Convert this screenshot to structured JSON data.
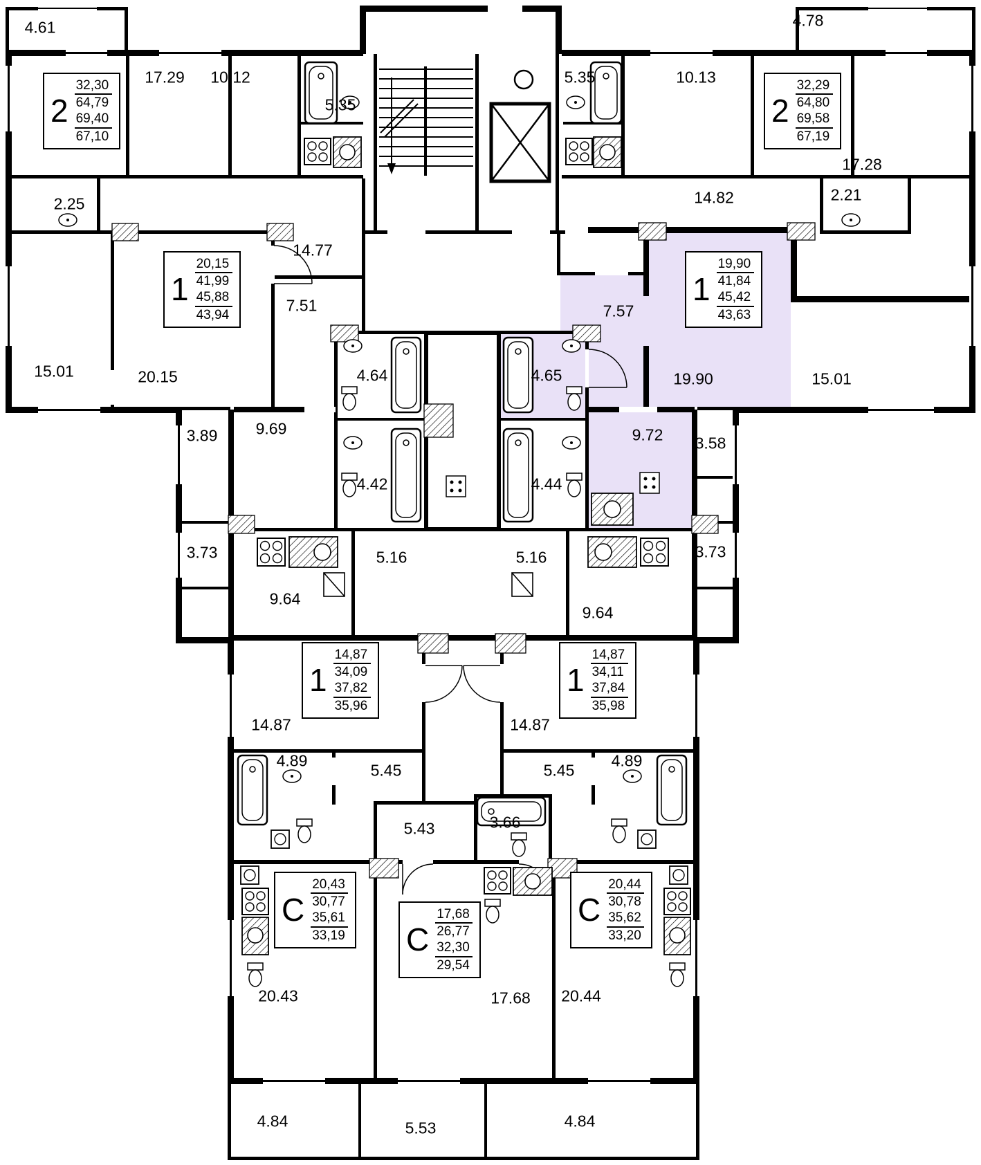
{
  "plan": {
    "highlight_color": "#e9e1f7",
    "wall_color": "#000000",
    "paper_color": "#ffffff"
  },
  "apartments": [
    {
      "type": "2",
      "areas": [
        "32,30",
        "64,79",
        "69,40",
        "67,10"
      ],
      "highlighted": false
    },
    {
      "type": "1",
      "areas": [
        "20,15",
        "41,99",
        "45,88",
        "43,94"
      ],
      "highlighted": false
    },
    {
      "type": "2",
      "areas": [
        "32,29",
        "64,80",
        "69,58",
        "67,19"
      ],
      "highlighted": false
    },
    {
      "type": "1",
      "areas": [
        "19,90",
        "41,84",
        "45,42",
        "43,63"
      ],
      "highlighted": true
    },
    {
      "type": "1",
      "areas": [
        "14,87",
        "34,09",
        "37,82",
        "35,96"
      ],
      "highlighted": false
    },
    {
      "type": "1",
      "areas": [
        "14,87",
        "34,11",
        "37,84",
        "35,98"
      ],
      "highlighted": false
    },
    {
      "type": "С",
      "areas": [
        "20,43",
        "30,77",
        "35,61",
        "33,19"
      ],
      "highlighted": false
    },
    {
      "type": "С",
      "areas": [
        "17,68",
        "26,77",
        "32,30",
        "29,54"
      ],
      "highlighted": false
    },
    {
      "type": "С",
      "areas": [
        "20,44",
        "30,78",
        "35,62",
        "33,20"
      ],
      "highlighted": false
    }
  ],
  "room_labels": [
    {
      "text": "4.61"
    },
    {
      "text": "17.29"
    },
    {
      "text": "10.12"
    },
    {
      "text": "5.35"
    },
    {
      "text": "2.25"
    },
    {
      "text": "15.01"
    },
    {
      "text": "20.15"
    },
    {
      "text": "14.77"
    },
    {
      "text": "7.51"
    },
    {
      "text": "4.78"
    },
    {
      "text": "5.35"
    },
    {
      "text": "10.13"
    },
    {
      "text": "17.28"
    },
    {
      "text": "2.21"
    },
    {
      "text": "14.82"
    },
    {
      "text": "7.57"
    },
    {
      "text": "19.90"
    },
    {
      "text": "15.01"
    },
    {
      "text": "4.64"
    },
    {
      "text": "4.65"
    },
    {
      "text": "3.89"
    },
    {
      "text": "9.69"
    },
    {
      "text": "4.42"
    },
    {
      "text": "4.44"
    },
    {
      "text": "9.72"
    },
    {
      "text": "3.58"
    },
    {
      "text": "3.73"
    },
    {
      "text": "5.16"
    },
    {
      "text": "5.16"
    },
    {
      "text": "3.73"
    },
    {
      "text": "9.64"
    },
    {
      "text": "9.64"
    },
    {
      "text": "14.87"
    },
    {
      "text": "14.87"
    },
    {
      "text": "4.89"
    },
    {
      "text": "5.45"
    },
    {
      "text": "5.45"
    },
    {
      "text": "4.89"
    },
    {
      "text": "5.43"
    },
    {
      "text": "3.66"
    },
    {
      "text": "20.43"
    },
    {
      "text": "17.68"
    },
    {
      "text": "20.44"
    },
    {
      "text": "4.84"
    },
    {
      "text": "5.53"
    },
    {
      "text": "4.84"
    }
  ]
}
